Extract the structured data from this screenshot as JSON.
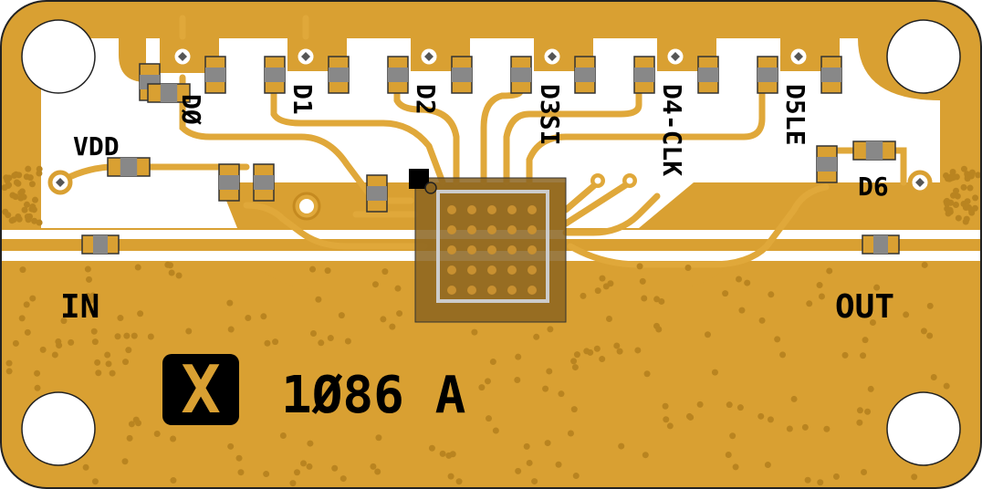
{
  "board": {
    "part_number": "1Ø86 A",
    "logo_letter": "X",
    "labels": {
      "vdd": "VDD",
      "d0": "DØ",
      "d1": "D1",
      "d2": "D2",
      "d3": "D3SI",
      "d4": "D4-CLK",
      "d5": "D5LE",
      "d6": "D6",
      "in": "IN",
      "out": "OUT"
    }
  },
  "colors": {
    "copper": "#d9a032",
    "trace": "#e0a83a",
    "chip": "#8b6420",
    "pad": "#7a7a7a",
    "outline": "#222222",
    "via": "#b98420"
  }
}
